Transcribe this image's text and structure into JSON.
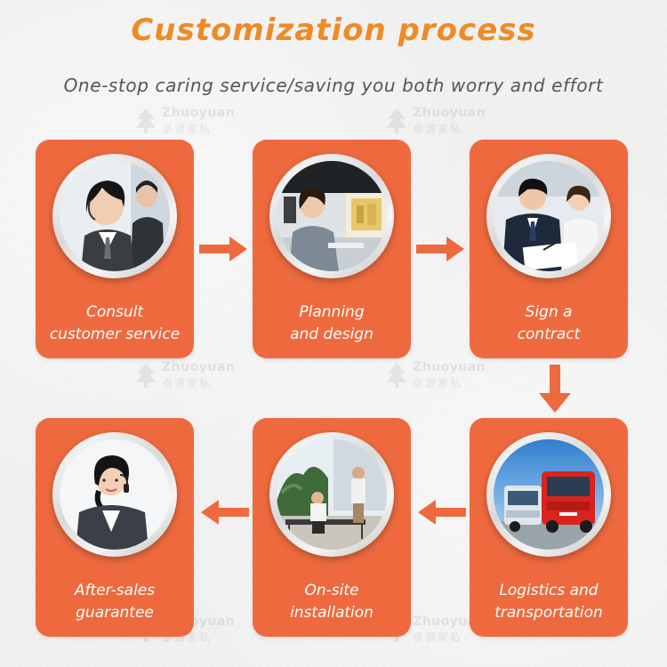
{
  "header": {
    "title": "Customization process",
    "subtitle": "One-stop caring service/saving you both worry and effort"
  },
  "colors": {
    "accent": "#f08a24",
    "card": "#ee6a3e",
    "subtitle": "#555555",
    "arrow": "#ee6a3e",
    "label": "#ffffff"
  },
  "watermark": {
    "name": "Zhuoyuan",
    "chinese": "卓源家私"
  },
  "steps": [
    {
      "line1": "Consult",
      "line2": "customer service",
      "photo_icon": "customer-service-icon"
    },
    {
      "line1": "Planning",
      "line2": "and design",
      "photo_icon": "designer-icon"
    },
    {
      "line1": "Sign a",
      "line2": "contract",
      "photo_icon": "contract-icon"
    },
    {
      "line1": "Logistics and",
      "line2": "transportation",
      "photo_icon": "truck-icon"
    },
    {
      "line1": "On-site",
      "line2": "installation",
      "photo_icon": "installation-icon"
    },
    {
      "line1": "After-sales",
      "line2": "guarantee",
      "photo_icon": "phone-support-icon"
    }
  ]
}
